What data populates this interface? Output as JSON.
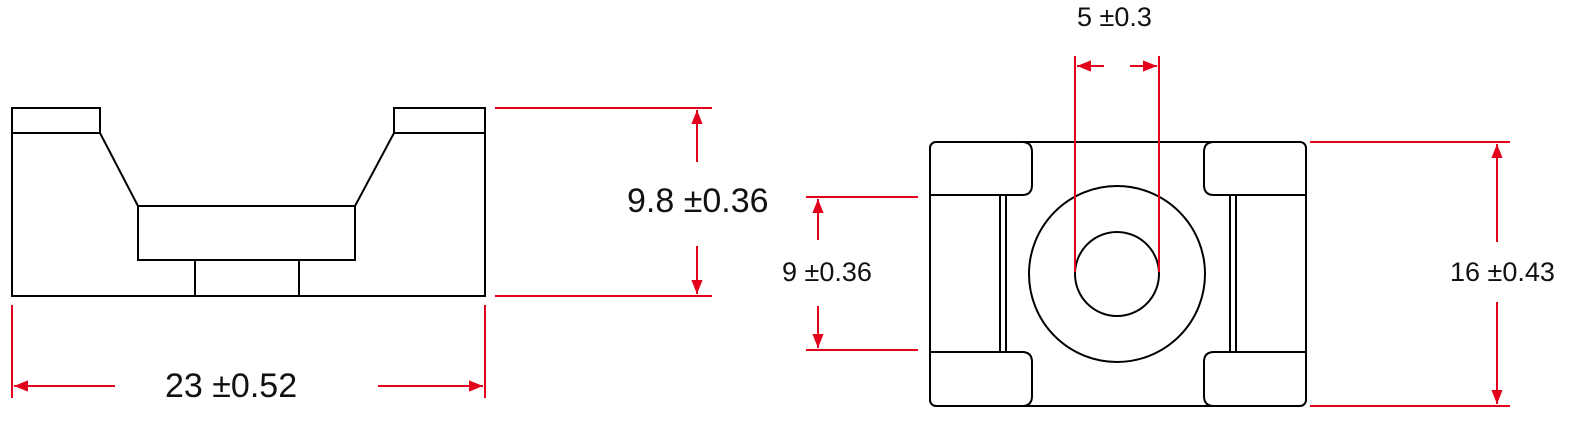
{
  "dimensions": {
    "side_view_width": "23 ±0.52",
    "side_view_height": "9.8 ±0.36",
    "top_view_inner_height": "9 ±0.36",
    "hole_diameter": "5 ±0.3",
    "top_view_overall_height": "16 ±0.43"
  },
  "colors": {
    "outline": "#000000",
    "dimension_line": "#e3001b",
    "background": "#ffffff"
  }
}
